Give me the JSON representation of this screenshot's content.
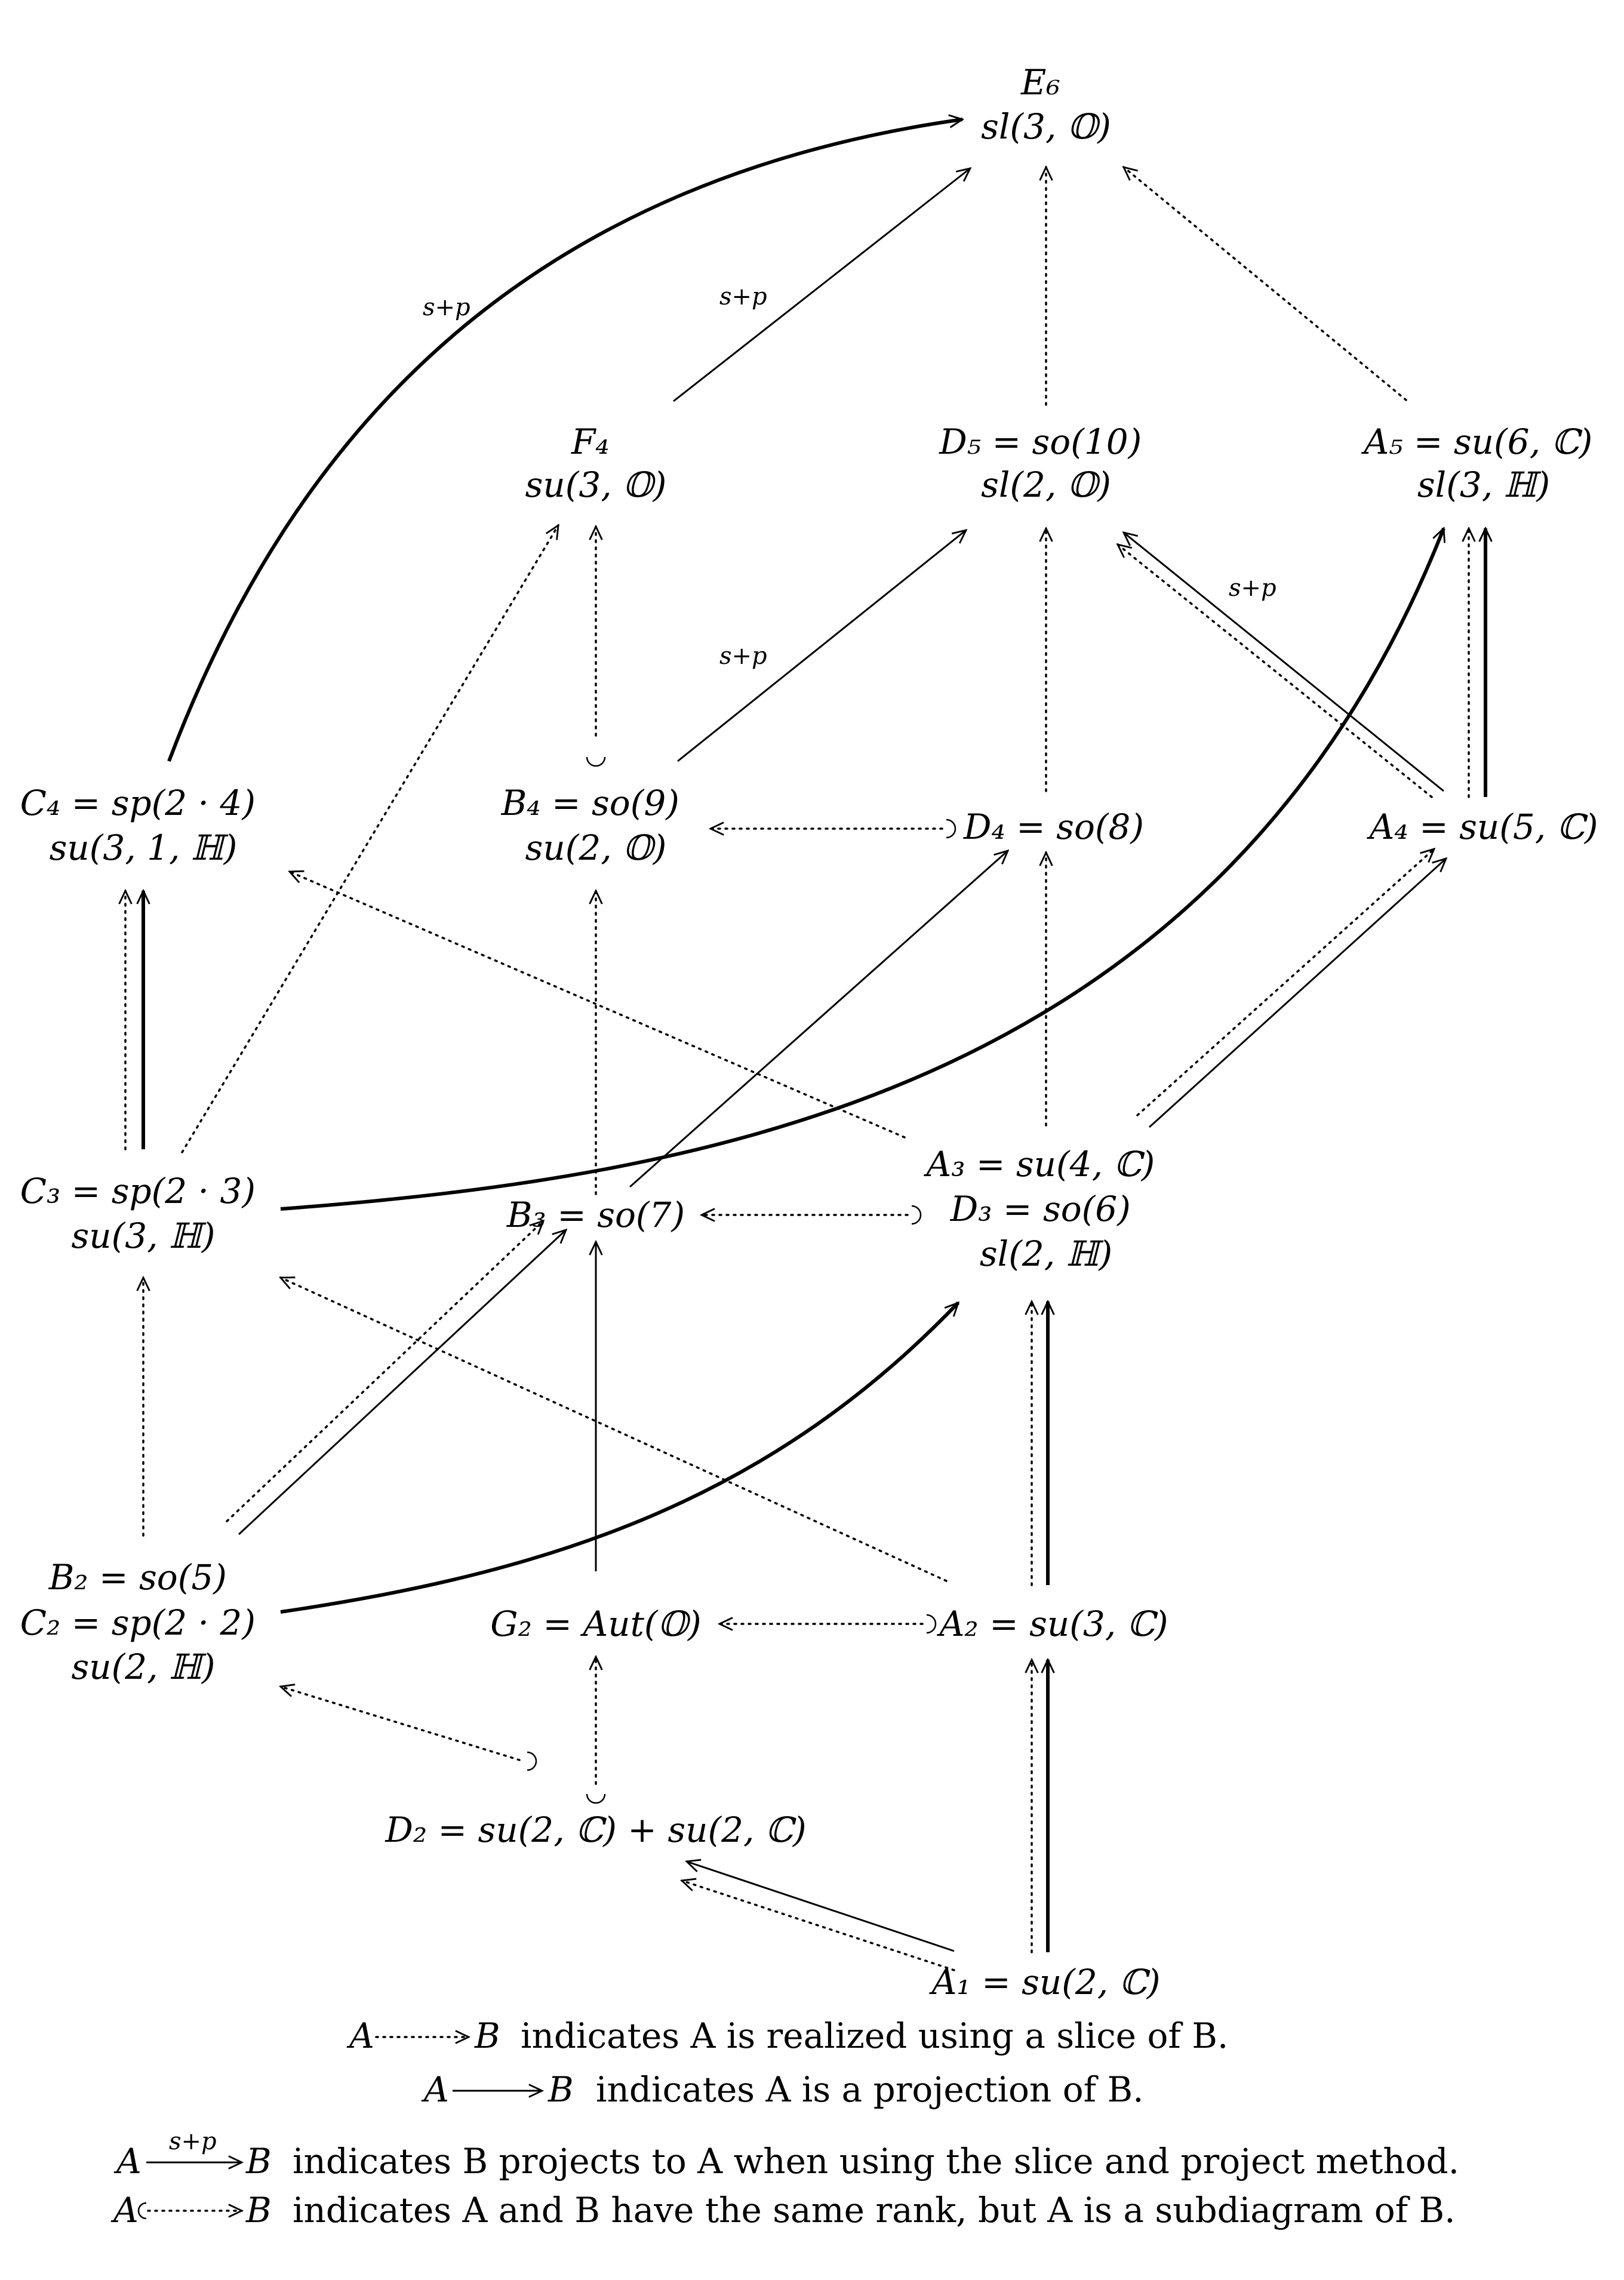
{
  "nodes": [
    {
      "id": "E6",
      "lines": [
        "E₆",
        "sl(3, 𝕆)"
      ]
    },
    {
      "id": "F4",
      "lines": [
        "F₄",
        "su(3, 𝕆)"
      ]
    },
    {
      "id": "D5",
      "lines": [
        "D₅ = so(10)",
        "sl(2, 𝕆)"
      ]
    },
    {
      "id": "A5",
      "lines": [
        "A₅ = su(6, ℂ)",
        "sl(3, ℍ)"
      ]
    },
    {
      "id": "C4",
      "lines": [
        "C₄ = sp(2 · 4)",
        "su(3, 1, ℍ)"
      ]
    },
    {
      "id": "B4",
      "lines": [
        "B₄ = so(9)",
        "su(2, 𝕆)"
      ]
    },
    {
      "id": "D4",
      "lines": [
        "D₄ = so(8)"
      ]
    },
    {
      "id": "A4",
      "lines": [
        "A₄ = su(5, ℂ)"
      ]
    },
    {
      "id": "C3",
      "lines": [
        "C₃ = sp(2 · 3)",
        "su(3, ℍ)"
      ]
    },
    {
      "id": "B3",
      "lines": [
        "B₃ = so(7)"
      ]
    },
    {
      "id": "A3",
      "lines": [
        "A₃ = su(4, ℂ)",
        "D₃ = so(6)",
        "sl(2, ℍ)"
      ]
    },
    {
      "id": "B2",
      "lines": [
        "B₂ = so(5)",
        "C₂ = sp(2 · 2)",
        "su(2, ℍ)"
      ]
    },
    {
      "id": "G2",
      "lines": [
        "G₂ = Aut(𝕆)"
      ]
    },
    {
      "id": "A2",
      "lines": [
        "A₂ = su(3, ℂ)"
      ]
    },
    {
      "id": "D2",
      "lines": [
        "D₂ = su(2, ℂ) + su(2, ℂ)"
      ]
    },
    {
      "id": "A1",
      "lines": [
        "A₁ = su(2, ℂ)"
      ]
    }
  ],
  "edges": [
    {
      "from": "C4",
      "to": "E6",
      "type": "thick",
      "label": "s+p"
    },
    {
      "from": "F4",
      "to": "E6",
      "type": "solid",
      "label": "s+p"
    },
    {
      "from": "D5",
      "to": "E6",
      "type": "dotted"
    },
    {
      "from": "A5",
      "to": "E6",
      "type": "dotted"
    },
    {
      "from": "B4",
      "to": "F4",
      "type": "hook"
    },
    {
      "from": "C3",
      "to": "F4",
      "type": "dotted"
    },
    {
      "from": "B4",
      "to": "D5",
      "type": "solid",
      "label": "s+p"
    },
    {
      "from": "D4",
      "to": "D5",
      "type": "dotted"
    },
    {
      "from": "A4",
      "to": "D5",
      "type": "dotted"
    },
    {
      "from": "A4",
      "to": "D5",
      "type": "solid",
      "label": "s+p"
    },
    {
      "from": "A4",
      "to": "A5",
      "type": "dotted"
    },
    {
      "from": "A4",
      "to": "A5",
      "type": "solid"
    },
    {
      "from": "C3",
      "to": "A5",
      "type": "thick"
    },
    {
      "from": "C3",
      "to": "C4",
      "type": "dotted"
    },
    {
      "from": "C3",
      "to": "C4",
      "type": "solid"
    },
    {
      "from": "A3",
      "to": "C4",
      "type": "dotted"
    },
    {
      "from": "B3",
      "to": "B4",
      "type": "dotted"
    },
    {
      "from": "D4",
      "to": "B4",
      "type": "hook"
    },
    {
      "from": "B3",
      "to": "D4",
      "type": "solid"
    },
    {
      "from": "A3",
      "to": "D4",
      "type": "dotted"
    },
    {
      "from": "A3",
      "to": "A4",
      "type": "dotted"
    },
    {
      "from": "A3",
      "to": "A4",
      "type": "solid"
    },
    {
      "from": "A3",
      "to": "B3",
      "type": "hook"
    },
    {
      "from": "B2",
      "to": "C3",
      "type": "dotted"
    },
    {
      "from": "A2",
      "to": "C3",
      "type": "dotted"
    },
    {
      "from": "B2",
      "to": "B3",
      "type": "dotted"
    },
    {
      "from": "B2",
      "to": "B3",
      "type": "solid"
    },
    {
      "from": "G2",
      "to": "B3",
      "type": "solid"
    },
    {
      "from": "B2",
      "to": "A3",
      "type": "thick"
    },
    {
      "from": "A2",
      "to": "A3",
      "type": "dotted"
    },
    {
      "from": "A2",
      "to": "A3",
      "type": "solid"
    },
    {
      "from": "A2",
      "to": "G2",
      "type": "hook"
    },
    {
      "from": "D2",
      "to": "B2",
      "type": "hook"
    },
    {
      "from": "D2",
      "to": "G2",
      "type": "hook"
    },
    {
      "from": "A1",
      "to": "A2",
      "type": "dotted"
    },
    {
      "from": "A1",
      "to": "A2",
      "type": "solid"
    },
    {
      "from": "A1",
      "to": "D2",
      "type": "dotted"
    },
    {
      "from": "A1",
      "to": "D2",
      "type": "solid"
    }
  ],
  "legend": [
    {
      "type": "dotted",
      "left": "A",
      "right": "B",
      "text": "indicates A is realized using a slice of B."
    },
    {
      "type": "solid",
      "left": "A",
      "right": "B",
      "text": "indicates A is a projection of B."
    },
    {
      "type": "splus",
      "left": "A",
      "right": "B",
      "label": "s+p",
      "text": "indicates B projects to A when using the slice and project method."
    },
    {
      "type": "hook",
      "left": "A",
      "right": "B",
      "text": "indicates A and B have the same rank, but A is a subdiagram of B."
    }
  ]
}
